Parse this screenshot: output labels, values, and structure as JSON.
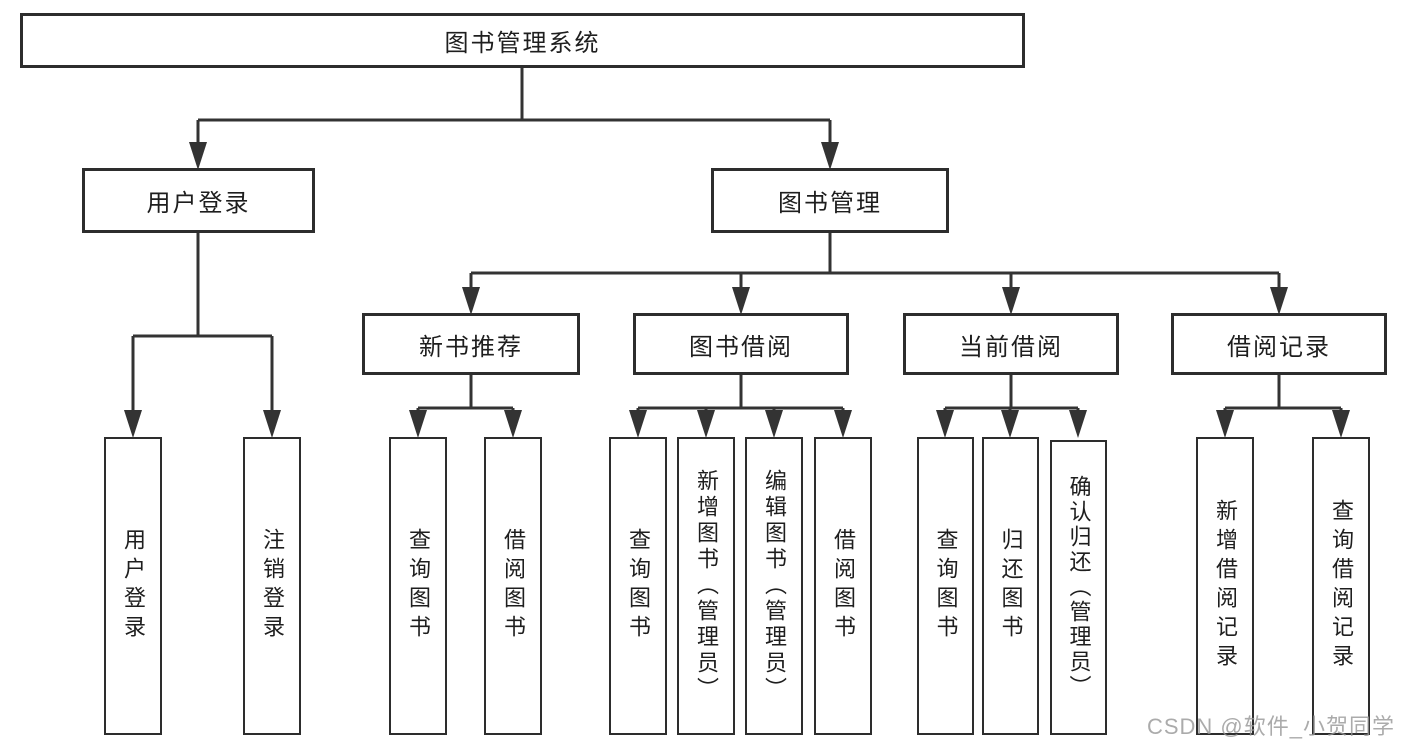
{
  "diagram": {
    "root": {
      "label": "图书管理系统"
    },
    "level2": [
      {
        "label": "用户登录"
      },
      {
        "label": "图书管理"
      }
    ],
    "level3": [
      {
        "label": "新书推荐"
      },
      {
        "label": "图书借阅"
      },
      {
        "label": "当前借阅"
      },
      {
        "label": "借阅记录"
      }
    ],
    "leaves": {
      "user_login": [
        {
          "label": "用户登录"
        },
        {
          "label": "注销登录"
        }
      ],
      "new_books": [
        {
          "label": "查询图书"
        },
        {
          "label": "借阅图书"
        }
      ],
      "book_borrow": [
        {
          "label": "查询图书"
        },
        {
          "label": "新增图书（管理员）"
        },
        {
          "label": "编辑图书（管理员）"
        },
        {
          "label": "借阅图书"
        }
      ],
      "current_borrow": [
        {
          "label": "查询图书"
        },
        {
          "label": "归还图书"
        },
        {
          "label": "确认归还（管理员）"
        }
      ],
      "borrow_records": [
        {
          "label": "新增借阅记录"
        },
        {
          "label": "查询借阅记录"
        }
      ]
    },
    "watermark": "CSDN @软件_小贺同学",
    "colors": {
      "line": "#333333",
      "box_border": "#2d2d2d",
      "box_fill": "#ffffff",
      "text": "#1e1e1e",
      "watermark": "#969696"
    }
  }
}
